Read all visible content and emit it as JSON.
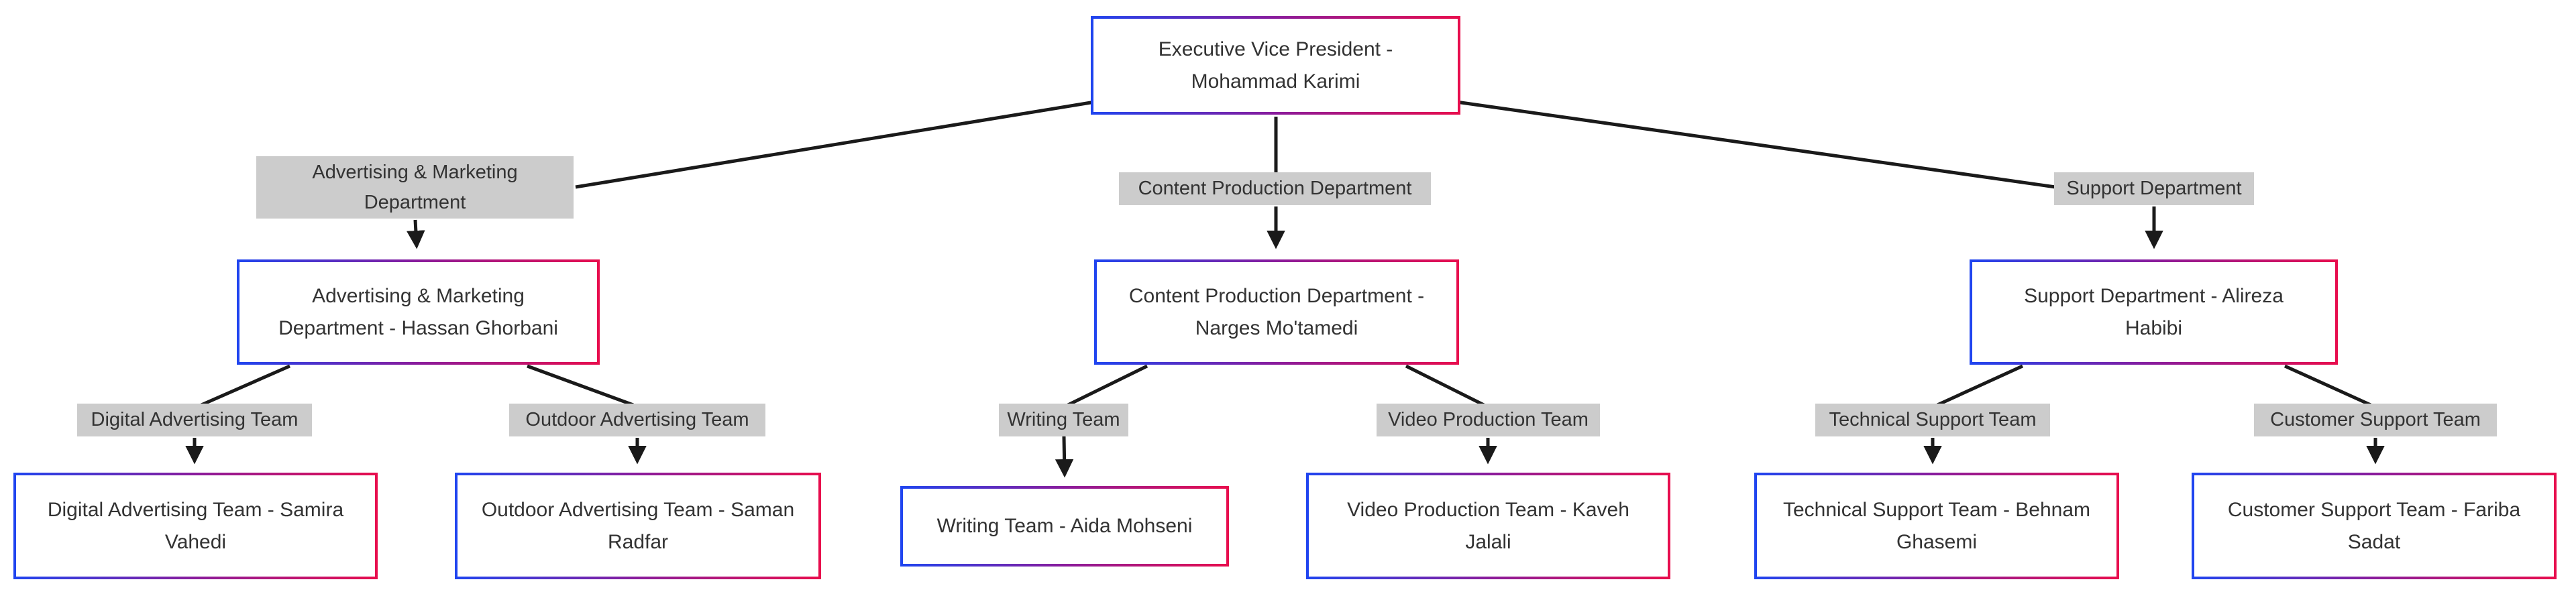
{
  "diagram": {
    "type": "org-chart",
    "root": {
      "label": "Executive Vice President - Mohammad Karimi"
    },
    "departments": [
      {
        "edge_label": "Advertising & Marketing Department",
        "label": "Advertising & Marketing Department - Hassan Ghorbani",
        "teams": [
          {
            "edge_label": "Digital Advertising Team",
            "label": "Digital Advertising Team - Samira Vahedi"
          },
          {
            "edge_label": "Outdoor Advertising Team",
            "label": "Outdoor Advertising Team - Saman Radfar"
          }
        ]
      },
      {
        "edge_label": "Content Production Department",
        "label": "Content Production Department - Narges Mo'tamedi",
        "teams": [
          {
            "edge_label": "Writing Team",
            "label": "Writing Team - Aida Mohseni"
          },
          {
            "edge_label": "Video Production Team",
            "label": "Video Production Team - Kaveh Jalali"
          }
        ]
      },
      {
        "edge_label": "Support Department",
        "label": "Support Department - Alireza Habibi",
        "teams": [
          {
            "edge_label": "Technical Support Team",
            "label": "Technical Support Team - Behnam Ghasemi"
          },
          {
            "edge_label": "Customer Support Team",
            "label": "Customer Support Team - Fariba Sadat"
          }
        ]
      }
    ],
    "colors": {
      "node_border_gradient_left": "#1F45F0",
      "node_border_gradient_mid": "#8A1C9C",
      "node_border_gradient_right": "#E80D4D",
      "node_fill": "#FFFFFF",
      "node_text": "#333333",
      "edge_label_bg": "#CCCCCC",
      "edge_line": "#1A1A1A",
      "background": "#FFFFFF"
    }
  }
}
